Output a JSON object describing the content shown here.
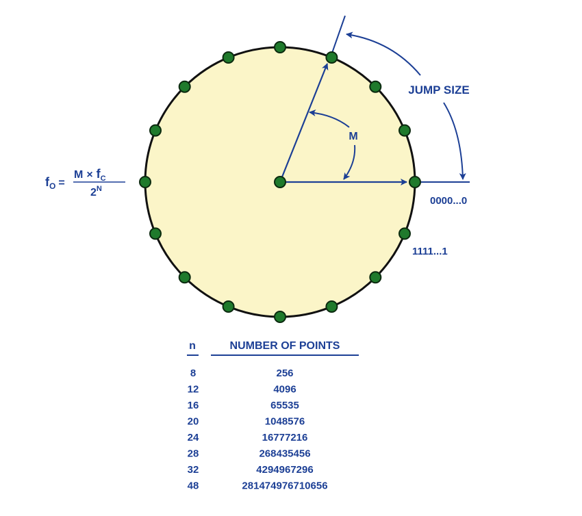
{
  "colors": {
    "circle_fill": "#fbf5c8",
    "circle_stroke": "#111111",
    "point_fill": "#1f7a2c",
    "point_stroke": "#0b2a0f",
    "accent": "#1c3f95"
  },
  "diagram": {
    "point_count": 16,
    "label_jump_size": "JUMP SIZE",
    "label_m": "M",
    "label_zero": "0000...0",
    "label_ones": "1111...1",
    "formula": {
      "lhs_base": "f",
      "lhs_sub": "O",
      "equals": "=",
      "num_m": "M",
      "num_times": "×",
      "num_f": "f",
      "num_sub": "C",
      "den_base": "2",
      "den_sup": "N"
    }
  },
  "table": {
    "headers": {
      "n": "n",
      "points": "NUMBER OF POINTS"
    },
    "rows": [
      {
        "n": "8",
        "points": "256"
      },
      {
        "n": "12",
        "points": "4096"
      },
      {
        "n": "16",
        "points": "65535"
      },
      {
        "n": "20",
        "points": "1048576"
      },
      {
        "n": "24",
        "points": "16777216"
      },
      {
        "n": "28",
        "points": "268435456"
      },
      {
        "n": "32",
        "points": "4294967296"
      },
      {
        "n": "48",
        "points": "281474976710656"
      }
    ]
  }
}
